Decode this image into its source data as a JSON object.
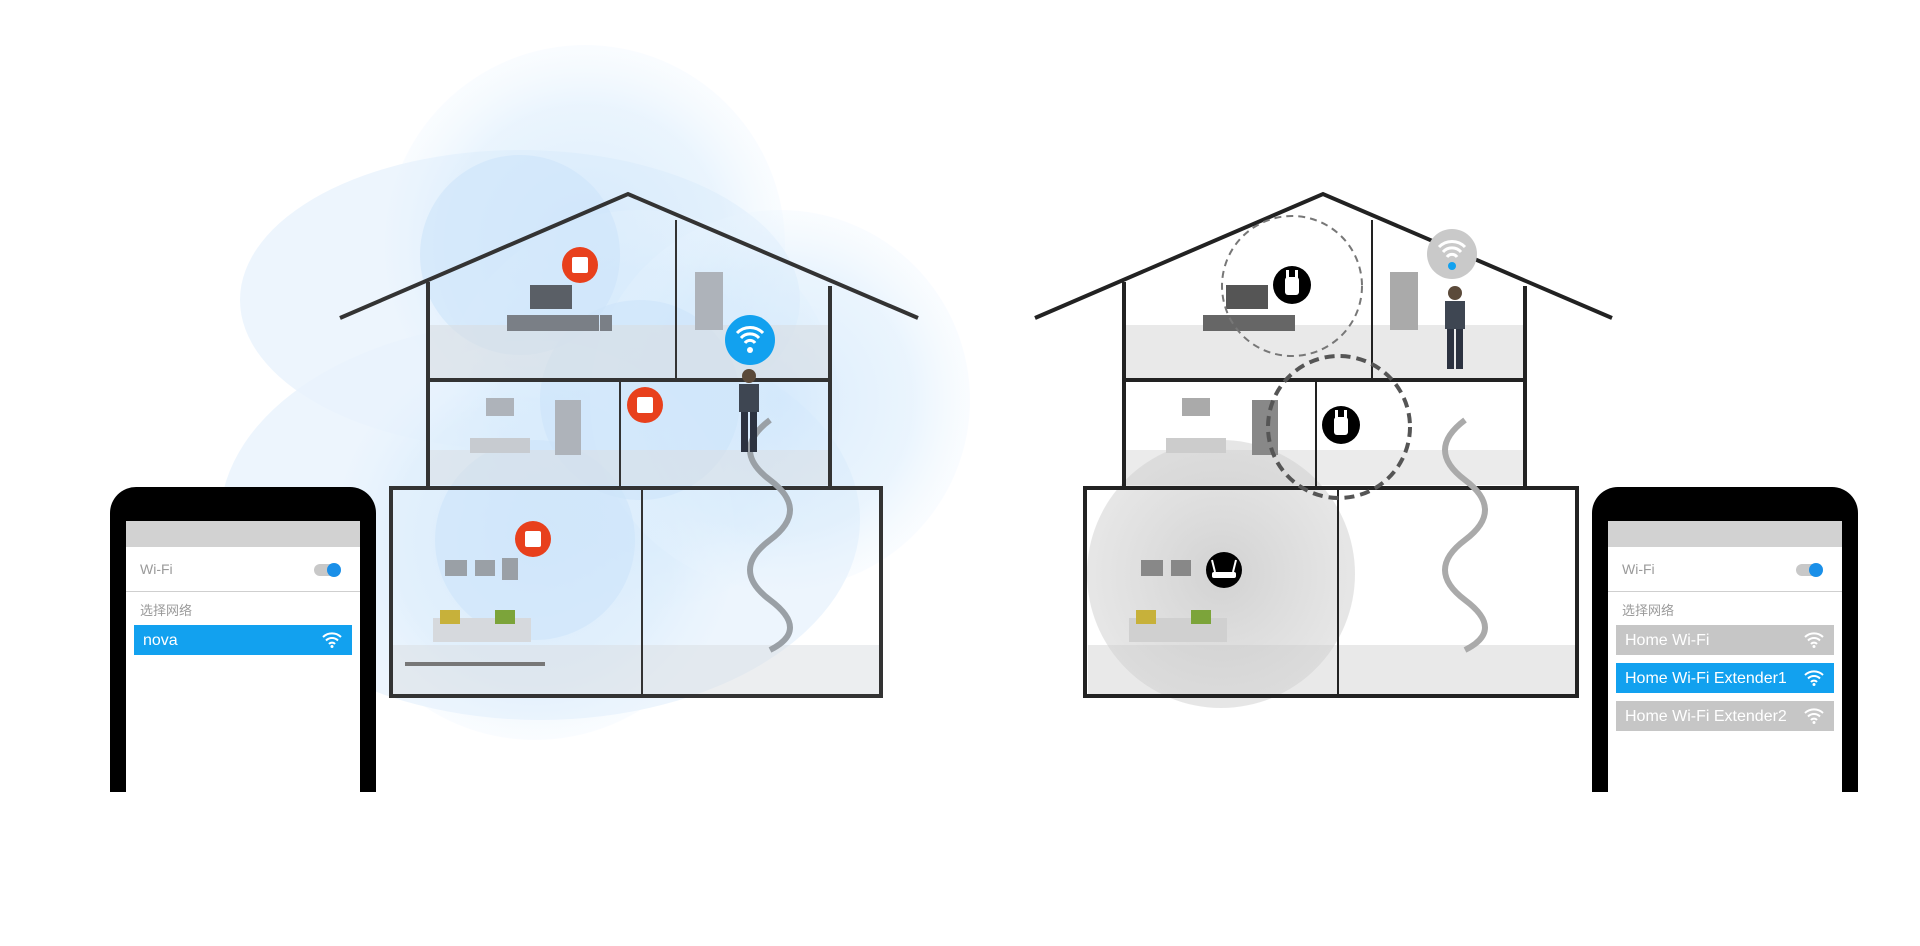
{
  "left_phone": {
    "wifi_label": "Wi-Fi",
    "wifi_toggle_on": true,
    "section_label": "选择网络",
    "networks": [
      {
        "name": "nova",
        "selected": true
      }
    ]
  },
  "right_phone": {
    "wifi_label": "Wi-Fi",
    "wifi_toggle_on": true,
    "section_label": "选择网络",
    "networks": [
      {
        "name": "Home Wi-Fi",
        "selected": false
      },
      {
        "name": "Home Wi-Fi Extender1",
        "selected": true
      },
      {
        "name": "Home Wi-Fi Extender2",
        "selected": false
      }
    ]
  },
  "colors": {
    "accent_blue": "#12a1ef",
    "mesh_node_orange": "#e8401c",
    "coverage_blue": "#cfe6fb",
    "coverage_grey": "#bdbdbd",
    "house_outline": "#333333"
  },
  "icons": {
    "left": [
      "mesh-node-icon",
      "mesh-node-icon",
      "mesh-node-icon",
      "wifi-signal-icon"
    ],
    "right": [
      "extender-icon",
      "extender-icon",
      "router-icon",
      "wifi-signal-icon"
    ]
  }
}
